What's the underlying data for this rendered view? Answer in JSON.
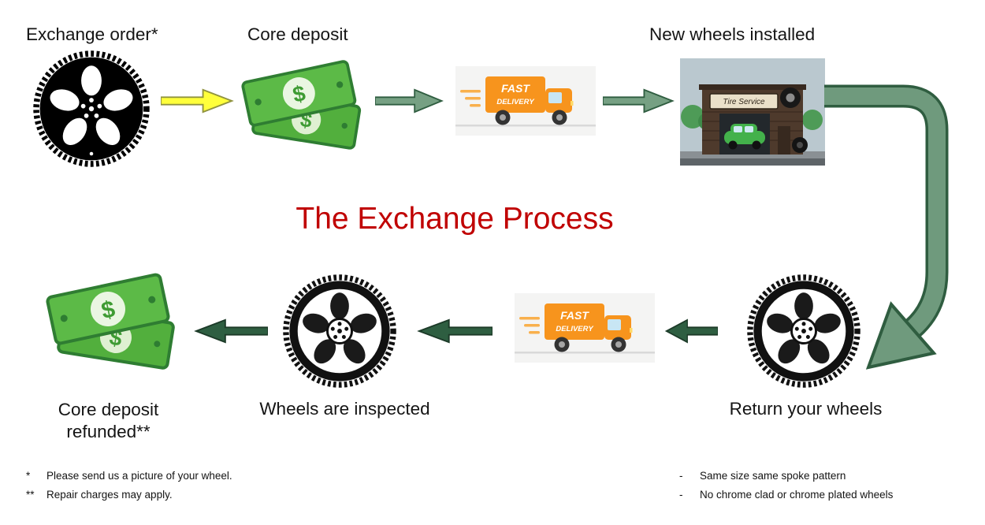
{
  "title": "The Exchange Process",
  "labels": {
    "exchange_order": "Exchange order*",
    "core_deposit": "Core deposit",
    "new_wheels_installed": "New wheels installed",
    "return_your_wheels": "Return your wheels",
    "wheels_are_inspected": "Wheels are inspected",
    "core_deposit_refunded_1": "Core deposit",
    "core_deposit_refunded_2": "refunded**"
  },
  "truck": {
    "line1": "FAST",
    "line2": "DELIVERY"
  },
  "shop": {
    "sign": "Tire Service"
  },
  "currency_symbol": "$",
  "footnotes_left": [
    {
      "marker": "*",
      "text": "Please send us a picture of your wheel."
    },
    {
      "marker": "**",
      "text": "Repair charges may apply."
    }
  ],
  "footnotes_right": [
    {
      "marker": "-",
      "text": "Same size same spoke pattern"
    },
    {
      "marker": "-",
      "text": "No chrome clad or chrome plated wheels"
    }
  ],
  "colors": {
    "title_red": "#C00000",
    "arrow_yellow": "#FFFF3B",
    "arrow_sage_green": "#76A083",
    "arrow_dark_green": "#2E5E41",
    "money_green": "#5CBA47",
    "truck_orange": "#F7941D"
  }
}
